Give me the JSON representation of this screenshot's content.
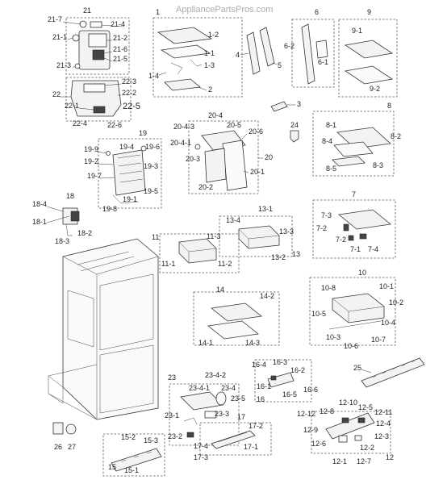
{
  "watermark": "AppliancePartsPros.com",
  "callouts": {
    "c21": "21",
    "c21_7": "21-7",
    "c21_4": "21-4",
    "c21_1": "21-1",
    "c21_2": "21-2",
    "c21_6": "21-6",
    "c21_5": "21-5",
    "c21_3": "21-3",
    "c22": "22",
    "c22_3": "22-3",
    "c22_2": "22-2",
    "c22_1": "22-1",
    "c22_5": "22-5",
    "c22_4": "22-4",
    "c22_6": "22-6",
    "c1": "1",
    "c1_2": "1-2",
    "c1_1": "1-1",
    "c1_3": "1-3",
    "c1_4": "1-4",
    "c2": "2",
    "c4": "4",
    "c5": "5",
    "c6": "6",
    "c6_2": "6-2",
    "c6_1": "6-1",
    "c9": "9",
    "c9_1": "9-1",
    "c9_2": "9-2",
    "c3": "3",
    "c19": "19",
    "c19_9": "19-9",
    "c19_4": "19-4",
    "c19_6": "19-6",
    "c19_2": "19-2",
    "c19_3": "19-3",
    "c19_7": "19-7",
    "c19_5": "19-5",
    "c19_1": "19-1",
    "c19_8": "19-8",
    "c20_4": "20-4",
    "c20_4_3": "20-4-3",
    "c20_5": "20-5",
    "c20_6": "20-6",
    "c20_4_1": "20-4-1",
    "c20_3": "20-3",
    "c20": "20",
    "c20_1": "20-1",
    "c20_2": "20-2",
    "c24": "24",
    "c8": "8",
    "c8_1": "8-1",
    "c8_2": "8-2",
    "c8_4": "8-4",
    "c8_5": "8-5",
    "c8_3": "8-3",
    "c18": "18",
    "c18_4": "18-4",
    "c18_1": "18-1",
    "c18_2": "18-2",
    "c18_3": "18-3",
    "c13_1": "13-1",
    "c13_4": "13-4",
    "c13_3": "13-3",
    "c13_2": "13-2",
    "c13": "13",
    "c11": "11",
    "c11_3": "11-3",
    "c11_1": "11-1",
    "c11_2": "11-2",
    "c7": "7",
    "c7_3": "7-3",
    "c7_2": "7-2",
    "c7_1": "7-1",
    "c7_4": "7-4",
    "c14": "14",
    "c14_2": "14-2",
    "c14_1": "14-1",
    "c14_3": "14-3",
    "c10": "10",
    "c10_8": "10-8",
    "c10_1": "10-1",
    "c10_2": "10-2",
    "c10_5": "10-5",
    "c10_4": "10-4",
    "c10_3": "10-3",
    "c10_6": "10-6",
    "c10_7": "10-7",
    "c16_4": "16-4",
    "c16_3": "16-3",
    "c16_2": "16-2",
    "c16_1": "16-1",
    "c16_5": "16-5",
    "c16_6": "16-6",
    "c16": "16",
    "c25": "25",
    "c23": "23",
    "c23_4_2": "23-4-2",
    "c23_4_1": "23-4-1",
    "c23_4": "23-4",
    "c23_5": "23-5",
    "c23_1": "23-1",
    "c23_3": "23-3",
    "c23_2": "23-2",
    "c17": "17",
    "c17_2": "17-2",
    "c17_4": "17-4",
    "c17_1": "17-1",
    "c17_3": "17-3",
    "c12_10": "12-10",
    "c12_5": "12-5",
    "c12_11": "12-11",
    "c12_12": "12-12",
    "c12_8": "12-8",
    "c12_4": "12-4",
    "c12_9": "12-9",
    "c12_3": "12-3",
    "c12_6": "12-6",
    "c12_2": "12-2",
    "c12_1": "12-1",
    "c12_7": "12-7",
    "c12": "12",
    "c15_2": "15-2",
    "c15_3": "15-3",
    "c15": "15",
    "c15_1": "15-1",
    "c26": "26",
    "c27": "27"
  }
}
